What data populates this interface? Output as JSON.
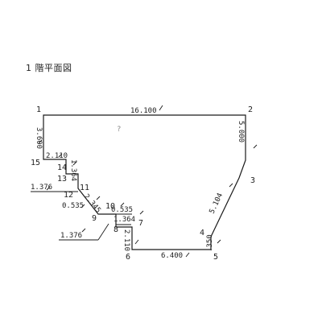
{
  "plan": {
    "title": "1 階平面図",
    "line_color": "#1a1a1a",
    "vertices": [
      {
        "id": "1",
        "label": "1"
      },
      {
        "id": "2",
        "label": "2"
      },
      {
        "id": "3",
        "label": "3"
      },
      {
        "id": "4",
        "label": "4"
      },
      {
        "id": "5",
        "label": "5"
      },
      {
        "id": "6",
        "label": "6"
      },
      {
        "id": "7",
        "label": "7"
      },
      {
        "id": "8",
        "label": "8"
      },
      {
        "id": "9",
        "label": "9"
      },
      {
        "id": "10",
        "label": "10"
      },
      {
        "id": "11",
        "label": "11"
      },
      {
        "id": "12",
        "label": "12"
      },
      {
        "id": "13",
        "label": "13"
      },
      {
        "id": "14",
        "label": "14"
      },
      {
        "id": "15",
        "label": "15"
      }
    ],
    "dimensions": [
      {
        "id": "d-1-2",
        "label": "16.100"
      },
      {
        "id": "d-2-3",
        "label": "5.000"
      },
      {
        "id": "d-3-4",
        "label": "5.104"
      },
      {
        "id": "d-4-5",
        "label": ".350"
      },
      {
        "id": "d-5-6",
        "label": "6.400"
      },
      {
        "id": "d-6-7",
        "label": "2.110"
      },
      {
        "id": "d-7-8",
        "label": "1.364"
      },
      {
        "id": "d-8-9",
        "label": "1.376"
      },
      {
        "id": "d-9-10",
        "label": "0.535"
      },
      {
        "id": "d-10-11",
        "label": "2.345"
      },
      {
        "id": "d-11-12",
        "label": "0.535"
      },
      {
        "id": "d-12-13",
        "label": "1.376"
      },
      {
        "id": "d-13-14",
        "label": "1.364"
      },
      {
        "id": "d-14-15",
        "label": "2.110"
      },
      {
        "id": "d-15-1",
        "label": "3.600"
      }
    ],
    "center_mark": "?"
  }
}
